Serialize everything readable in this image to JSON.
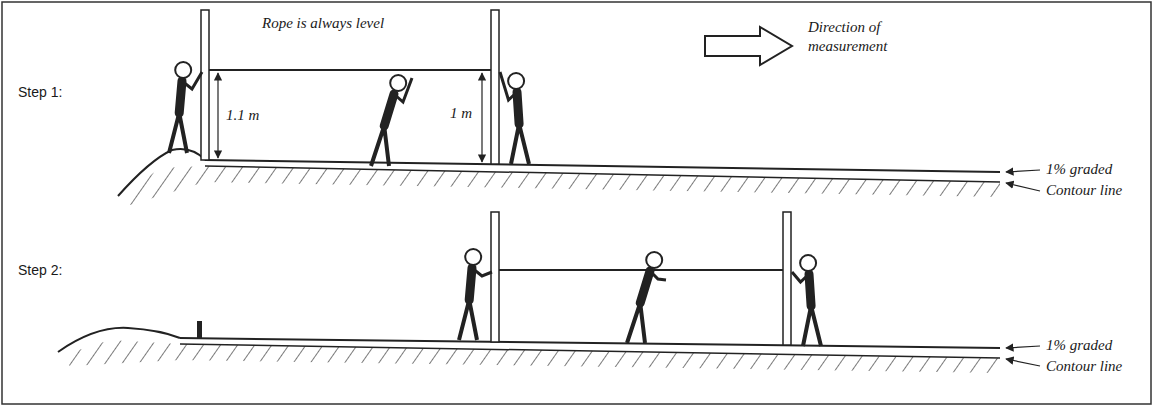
{
  "diagram": {
    "labels": [
      "Step 1:",
      "Rope is always level",
      "Direction of measurement",
      "1.1 m",
      "1 m",
      "1% graded",
      "Contour line",
      "Step 2:",
      "1% graded",
      "Contour line"
    ]
  }
}
